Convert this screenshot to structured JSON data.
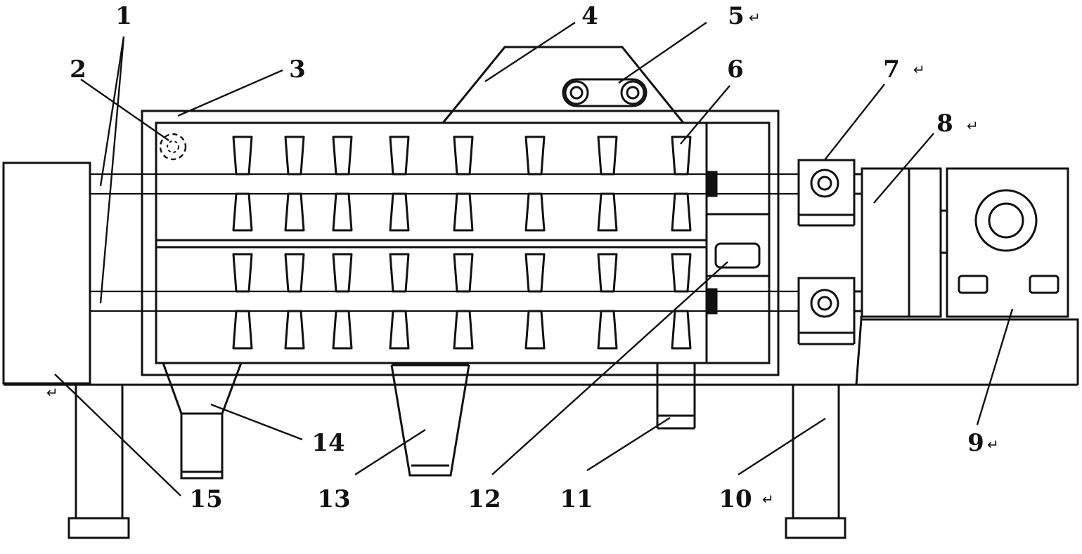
{
  "diagram": {
    "labels": [
      {
        "id": "1",
        "text": "1"
      },
      {
        "id": "2",
        "text": "2"
      },
      {
        "id": "3",
        "text": "3"
      },
      {
        "id": "4",
        "text": "4"
      },
      {
        "id": "5",
        "text": "5"
      },
      {
        "id": "6",
        "text": "6"
      },
      {
        "id": "7",
        "text": "7"
      },
      {
        "id": "8",
        "text": "8"
      },
      {
        "id": "9",
        "text": "9"
      },
      {
        "id": "10",
        "text": "10"
      },
      {
        "id": "11",
        "text": "11"
      },
      {
        "id": "12",
        "text": "12"
      },
      {
        "id": "13",
        "text": "13"
      },
      {
        "id": "14",
        "text": "14"
      },
      {
        "id": "15",
        "text": "15"
      }
    ],
    "return_mark": "↵",
    "paddles_per_shaft": 8
  }
}
